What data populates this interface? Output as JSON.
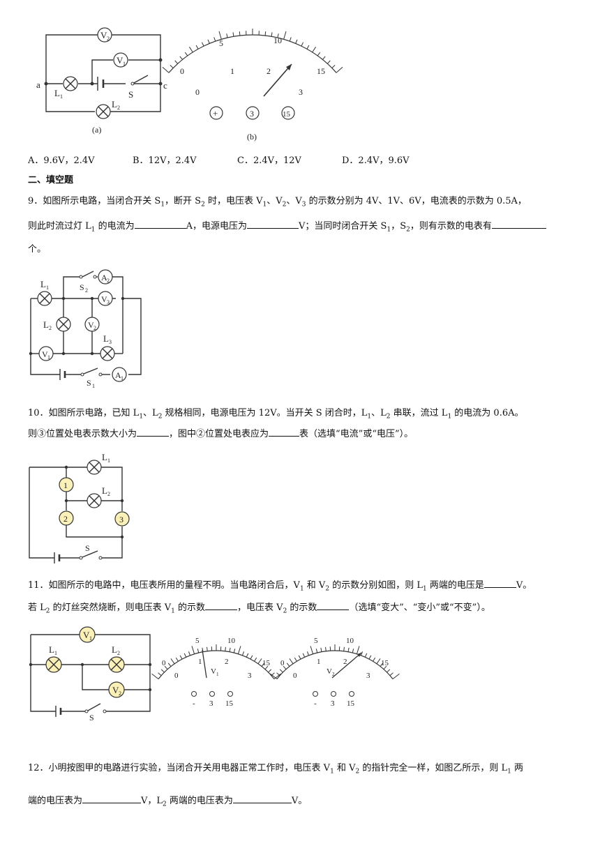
{
  "q8": {
    "diagram_a": {
      "v2": "V",
      "v2sub": "2",
      "v1": "V",
      "v1sub": "1",
      "a": "a",
      "c": "c",
      "l1": "L",
      "l1sub": "1",
      "l2": "L",
      "l2sub": "2",
      "s": "S",
      "caption": "(a)"
    },
    "diagram_b": {
      "top_scale": [
        "0",
        "5",
        "10",
        "15"
      ],
      "bottom_scale": [
        "0",
        "1",
        "2",
        "3"
      ],
      "terminals": [
        "+",
        "3",
        "15"
      ],
      "caption": "(b)"
    },
    "options": [
      "A．9.6V，2.4V",
      "B．12V，2.4V",
      "C．2.4V，12V",
      "D．2.4V，9.6V"
    ]
  },
  "section_title": "二、填空题",
  "q9": {
    "line1": "9．如图所示电路，当闭合开关 S",
    "line1b": "，断开 S",
    "line1c": " 时，电压表 V",
    "line1d": "、V",
    "line1e": "、V",
    "line1f": " 的示数分别为 4V、1V、6V，电流表的示数为 0.5A，",
    "line2a": "则此时流过灯 L",
    "line2b": " 的电流为",
    "line2c": "A，电源电压为",
    "line2d": "V；当同时闭合开关 S",
    "line2e": "，S",
    "line2f": "，则有示数的电表有",
    "line3": "个。",
    "labels": {
      "l1": "L",
      "l2": "L",
      "l3": "L",
      "s1": "S",
      "s2": "S",
      "a1": "A",
      "a2": "A",
      "v1": "V",
      "v2": "V",
      "v3": "V"
    }
  },
  "q10": {
    "line1a": "10．如图所示电路，已知 L",
    "line1b": "、L",
    "line1c": " 规格相同，电源电压为 12V。当开关 S 闭合时，L",
    "line1d": "、L",
    "line1e": " 串联，流过 L",
    "line1f": " 的电流为 0.6A。",
    "line2a": "则③位置处电表示数大小为",
    "line2b": "，图中②位置处电表应为",
    "line2c": "表（选填“电流”或“电压”）。",
    "labels": {
      "m1": "1",
      "m2": "2",
      "m3": "3",
      "l1": "L",
      "l2": "L",
      "s": "S"
    }
  },
  "q11": {
    "line1a": "11．如图所示的电路中，电压表所用的量程不明。当电路闭合后，V",
    "line1b": " 和 V",
    "line1c": " 的示数分别如图，则 L",
    "line1d": " 两端的电压是",
    "line1e": "V。",
    "line2a": "若 L",
    "line2b": " 的灯丝突然烧断，则电压表 V",
    "line2c": " 的示数",
    "line2d": "，电压表 V",
    "line2e": " 的示数",
    "line2f": "（选填“变大”、“变小”或“不变”）。",
    "labels": {
      "v1": "V",
      "v2": "V",
      "l1": "L",
      "l2": "L",
      "s": "S"
    },
    "meter_top": [
      "0",
      "5",
      "10",
      "15"
    ],
    "meter_bottom": [
      "0",
      "1",
      "2",
      "3"
    ],
    "terminals": [
      "-",
      "3",
      "15"
    ],
    "needle1": "V",
    "needle2": "V"
  },
  "q12": {
    "line1a": "12．小明按图甲的电路进行实验，当闭合开关用电器正常工作时，电压表 V",
    "line1b": " 和 V",
    "line1c": " 的指针完全一样，如图乙所示，则 L",
    "line1d": " 两",
    "line2a": "端的电压表为",
    "line2b": "V，L",
    "line2c": " 两端的电压表为",
    "line2d": "V。"
  },
  "subs": {
    "one": "1",
    "two": "2",
    "three": "3"
  }
}
